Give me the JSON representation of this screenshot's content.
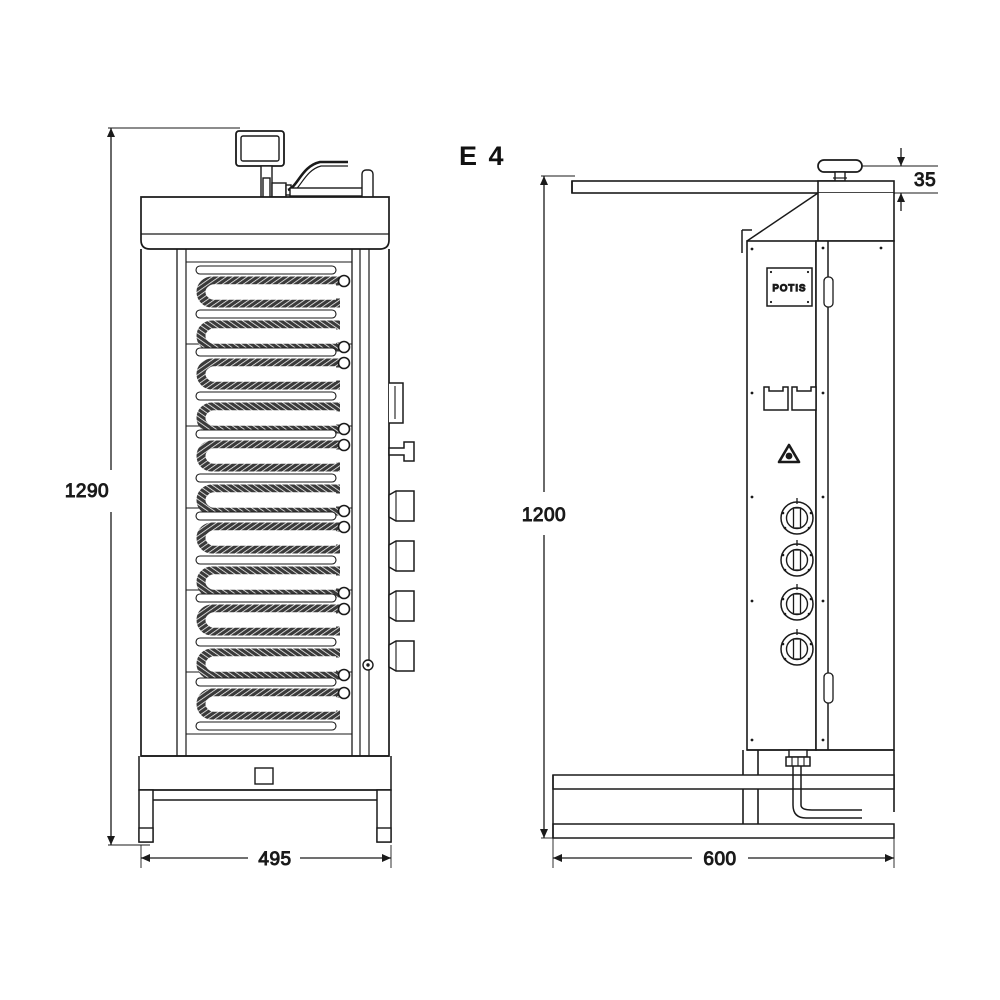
{
  "drawing": {
    "title": "E 4",
    "brand_plate_label": "POTIS",
    "background_color": "#ffffff",
    "line_color": "#1a1a1a"
  },
  "dimensions": {
    "height_front": "1290",
    "width_front": "495",
    "height_side": "1200",
    "depth_side": "600",
    "top_offset_side": "35"
  },
  "front_view": {
    "name": "front-elevation",
    "heating_panel_count": 6,
    "heating_loops_per_panel": 2,
    "side_knob_count": 4,
    "has_motor_box": true,
    "has_skewer_rod": true,
    "has_stand": true
  },
  "side_view": {
    "name": "side-elevation",
    "control_knob_count": 4,
    "socket_count": 2,
    "indicator_count": 1,
    "has_drip_tray_arm": true,
    "has_power_cable": true,
    "has_top_handle_knob": true
  }
}
